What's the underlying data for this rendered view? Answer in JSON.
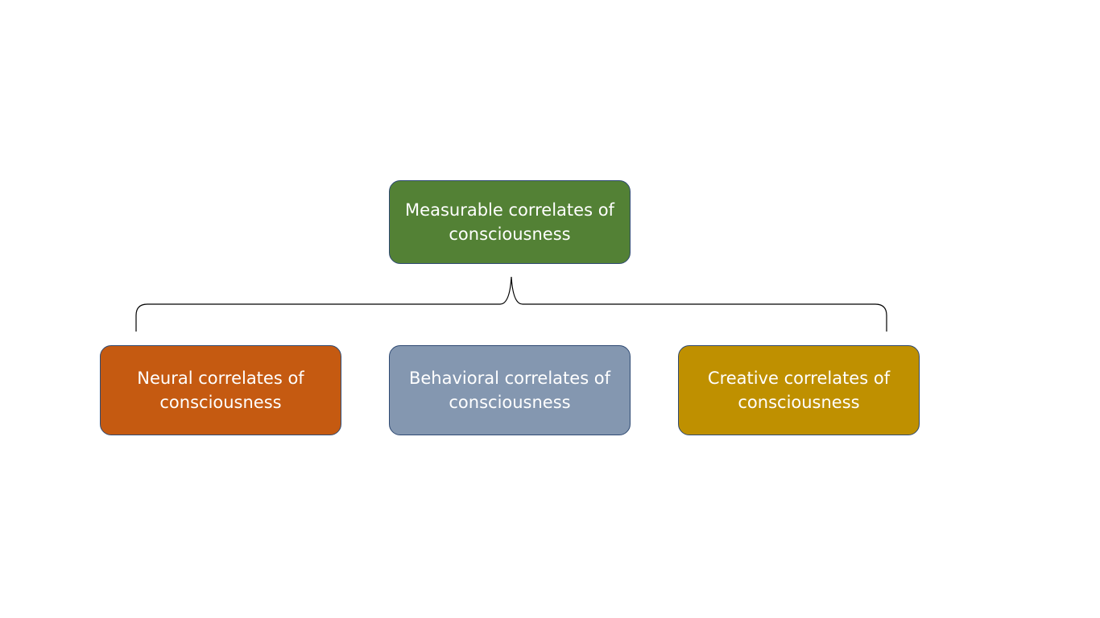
{
  "diagram": {
    "root": {
      "label": "Measurable correlates of consciousness",
      "color": "#538135"
    },
    "children": [
      {
        "label": "Neural correlates of consciousness",
        "color": "#c55a11"
      },
      {
        "label": "Behavioral correlates of consciousness",
        "color": "#8497b0"
      },
      {
        "label": "Creative correlates of consciousness",
        "color": "#bf9000"
      }
    ],
    "connector_color": "#000000"
  }
}
